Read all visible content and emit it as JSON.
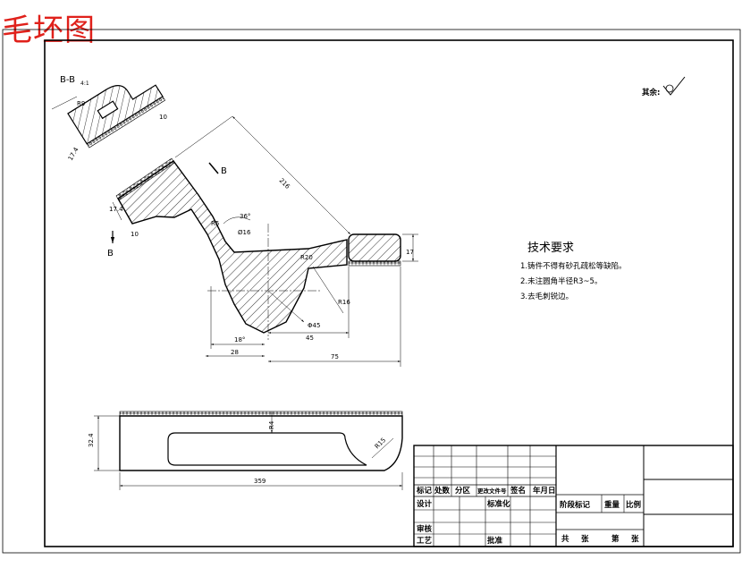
{
  "title": "毛坯图",
  "roughness_note": "其余:",
  "section_label": "B-B",
  "section_scale": "4:1",
  "cut_label": "B",
  "tech_requirements": {
    "heading": "技术要求",
    "items": [
      "1.铸件不得有砂孔疏松等缺陷。",
      "2.未注圆角半径R3~5。",
      "3.去毛刺锐边。"
    ]
  },
  "dimensions": {
    "section_r9": "R9",
    "section_10": "10",
    "section_17": "17.4",
    "main_216": "216",
    "main_17_4": "17.4",
    "main_10": "10",
    "angle_36": "36°",
    "r_diam": "Ø16",
    "r_small": "R5",
    "dim_17": "17",
    "dim_r20": "R20",
    "dim_r16": "R16",
    "phi": "Φ45",
    "angle_18": "18°",
    "dim_45": "45",
    "dim_28": "28",
    "dim_75": "75",
    "top_r4": "R4",
    "top_32": "32.4",
    "top_r15": "R15",
    "top_359": "359"
  },
  "title_block": {
    "row_header": [
      "标记",
      "处数",
      "分区",
      "更改文件号",
      "签名",
      "年月日"
    ],
    "row_design": [
      "设计",
      "标准化"
    ],
    "row_review": "审核",
    "row_process": [
      "工艺",
      "批准"
    ],
    "stage_labels": [
      "阶段标记",
      "重量",
      "比例"
    ],
    "sheet_labels": [
      "共",
      "张",
      "第",
      "张"
    ]
  }
}
